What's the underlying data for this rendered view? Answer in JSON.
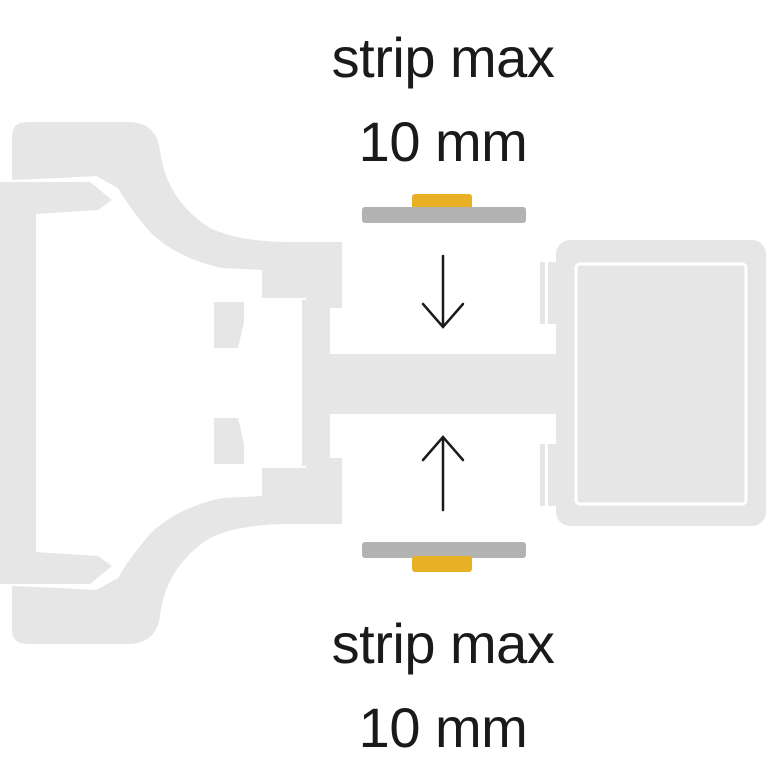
{
  "labels": {
    "top": {
      "line1": "strip max",
      "line2": "10 mm"
    },
    "bottom": {
      "line1": "strip max",
      "line2": "10 mm"
    }
  },
  "colors": {
    "profile": "#e6e6e6",
    "profile_outline": "#ffffff",
    "strip": "#b3b3b3",
    "tape": "#e8b125",
    "arrow": "#1a1a1a",
    "text": "#1a1a1a"
  },
  "icons": {
    "arrow_top": "arrow-down-icon",
    "arrow_bottom": "arrow-up-icon"
  }
}
